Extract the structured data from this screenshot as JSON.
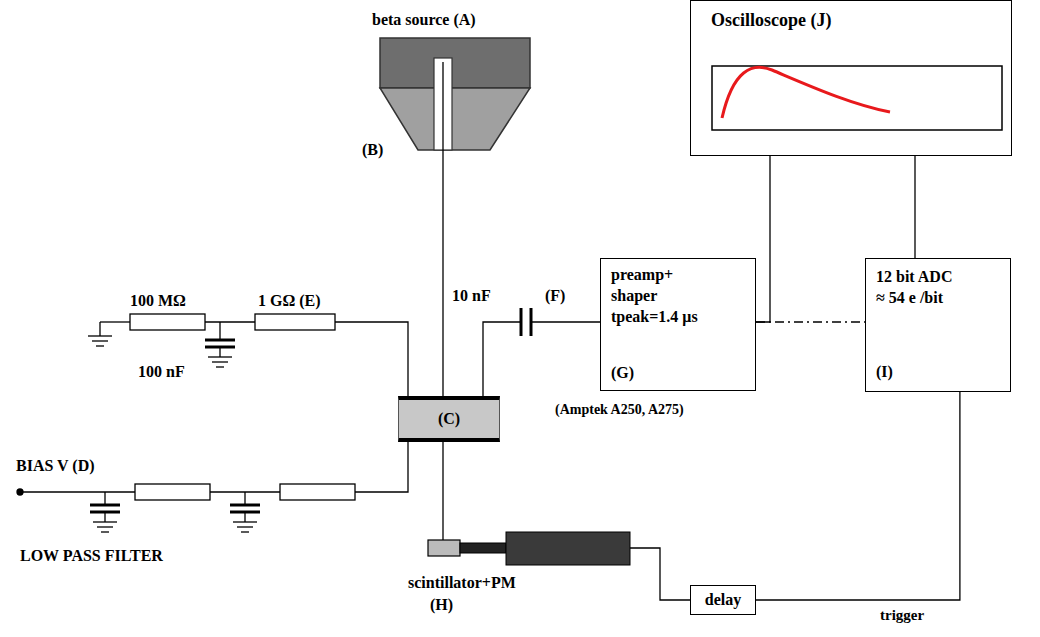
{
  "diagram": {
    "nodes": [
      {
        "text": [
          "Oscilloscope (J)"
        ]
      },
      {
        "text": [
          "(C)"
        ]
      },
      {
        "text": [
          "preamp+ shaper",
          "tpeak=1.4 μs",
          "(G)"
        ]
      },
      {
        "text": [
          "12 bit ADC",
          "≈ 54 e /bit",
          "(I)"
        ]
      },
      {
        "text": [
          "delay"
        ]
      }
    ],
    "edges": [
      {
        "from": 1,
        "to": 2,
        "arrow": "none"
      },
      {
        "from": 2,
        "to": 0,
        "arrow": "none"
      },
      {
        "from": 2,
        "to": 3,
        "arrow": "none"
      },
      {
        "from": 0,
        "to": 3,
        "arrow": "none"
      },
      {
        "from": 4,
        "to": 3,
        "label": "trigger",
        "arrow": "none"
      }
    ],
    "labels": [
      "beta source (A)",
      "(B)",
      "100 MΩ",
      "1 GΩ (E)",
      "100 nF",
      "BIAS V (D)",
      "LOW PASS FILTER",
      "10 nF",
      "(F)",
      "(Amptek A250, A275)",
      "scintillator+PM",
      "(H)"
    ]
  }
}
